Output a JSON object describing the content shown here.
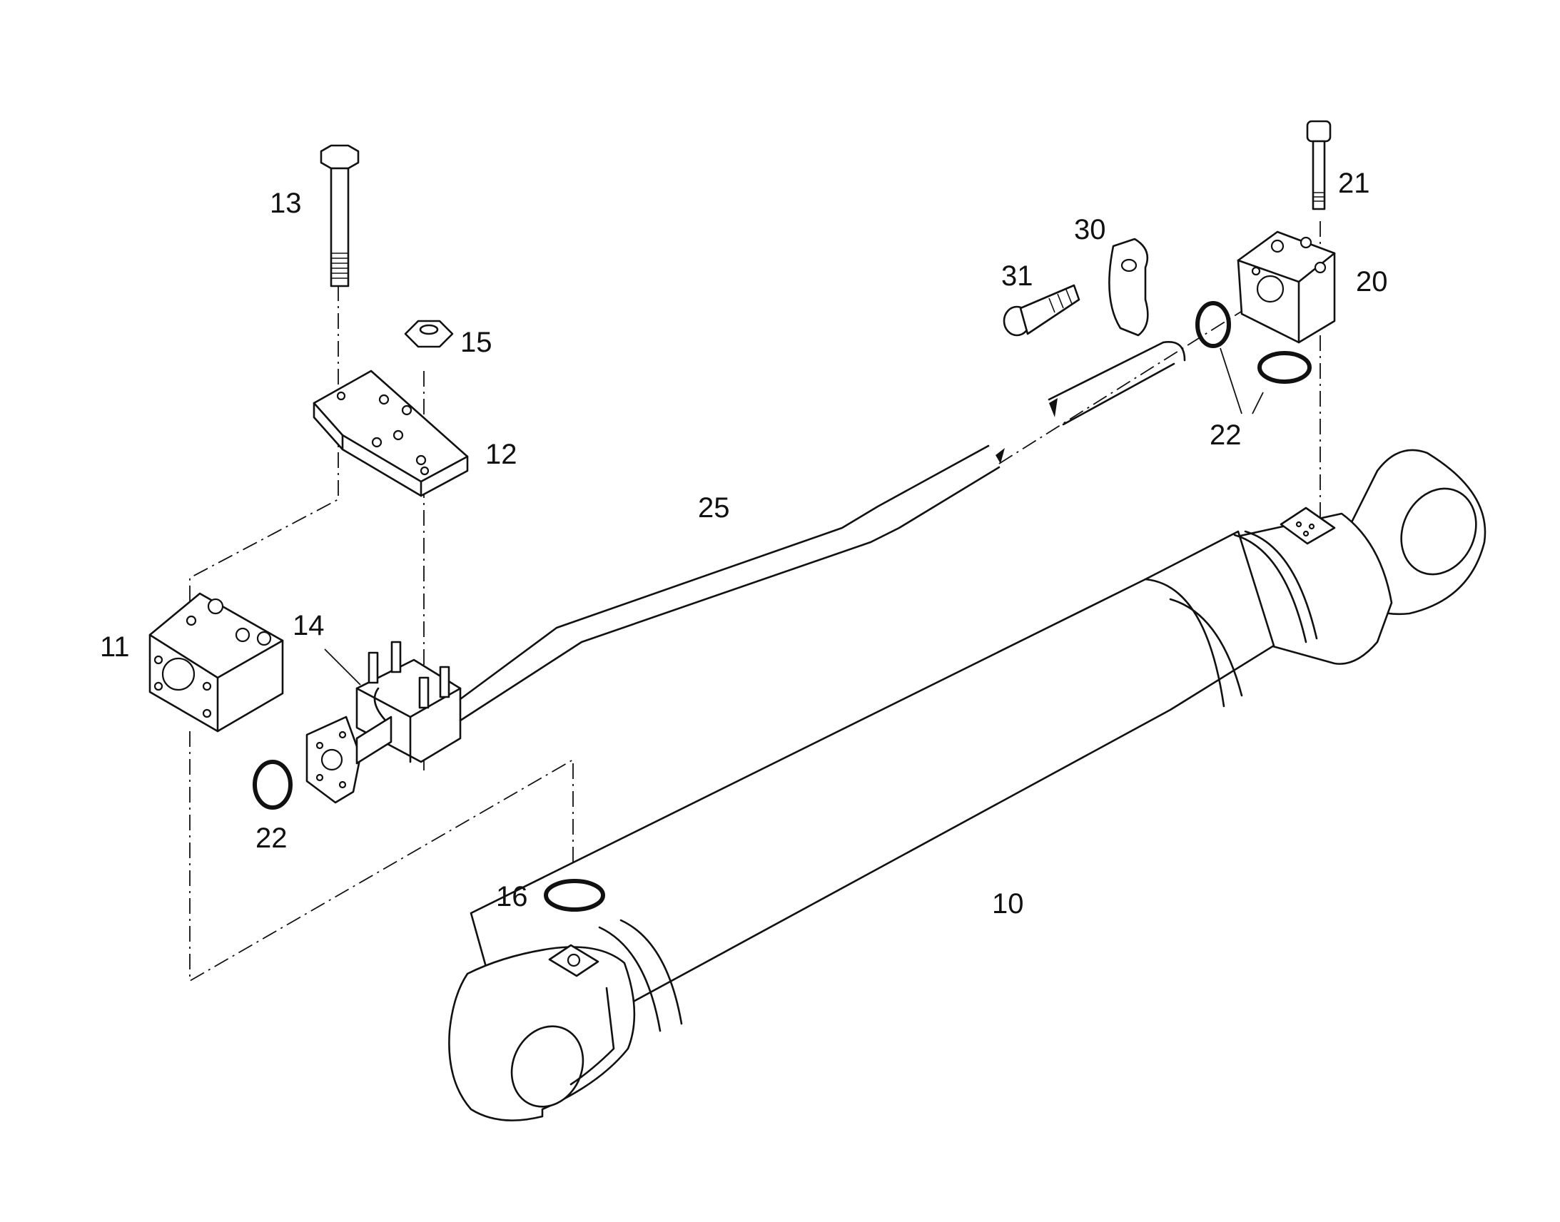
{
  "colors": {
    "ink": "#111111",
    "paper": "#ffffff"
  },
  "labels": {
    "p10": "10",
    "p11": "11",
    "p12": "12",
    "p13": "13",
    "p14": "14",
    "p15": "15",
    "p16": "16",
    "p20": "20",
    "p21": "21",
    "p22a": "22",
    "p22b": "22",
    "p25": "25",
    "p30": "30",
    "p31": "31"
  }
}
